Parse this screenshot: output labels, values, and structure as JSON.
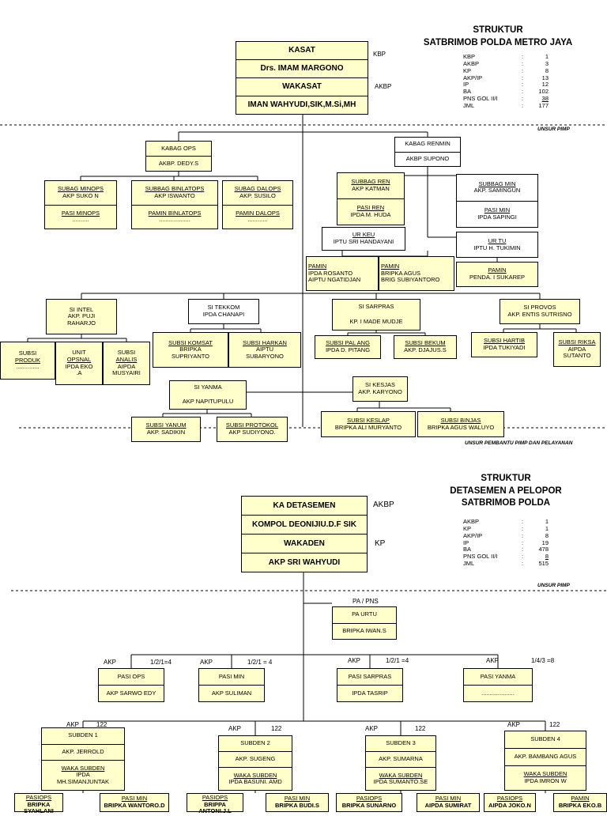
{
  "chart1": {
    "title_l1": "STRUKTUR",
    "title_l2": "SATBRIMOB POLDA METRO JAYA",
    "stats": [
      {
        "k": "KBP",
        "v": "1"
      },
      {
        "k": "AKBP",
        "v": "3"
      },
      {
        "k": "KP",
        "v": "8"
      },
      {
        "k": "AKP/IP",
        "v": "13"
      },
      {
        "k": "IP",
        "v": "12"
      },
      {
        "k": "BA",
        "v": "102"
      },
      {
        "k": "PNS GOL II/I",
        "v": "38"
      },
      {
        "k": "JML",
        "v": "177"
      }
    ],
    "unsur_pimp": "UNSUR PIMP",
    "unsur_pembantu": "UNSUR PEMBANTU PIMP DAN PELAYANAN",
    "rank_kbp": "KBP",
    "rank_akbp": "AKBP",
    "kasat": "KASAT",
    "kasat_name": "Drs. IMAM MARGONO",
    "wakasat": "WAKASAT",
    "wakasat_name": "IMAN WAHYUDI,SIK,M.Si,MH",
    "kabag_ops": "KABAG OPS",
    "kabag_ops_name": "AKBP. DEDY.S",
    "kabag_renmin": "KABAG RENMIN",
    "kabag_renmin_name": "AKBP SUPONO",
    "subbag_minops": "SUBAG MINOPS",
    "subbag_minops_name": "AKP SUKO N",
    "pasi_minops": "PASI MINOPS",
    "pasi_minops_name": "..........",
    "subbag_binlatops": "SUBBAG BINLATOPS",
    "subbag_binlatops_name": "AKP ISWANTO",
    "pamin_binlatops": "PAMIN BINLATOPS",
    "pamin_binlatops_name": "...................",
    "subbag_dalops": "SUBAG DALOPS",
    "subbag_dalops_name": "AKP. SUSILO",
    "pamin_dalops": "PAMIN DALOPS",
    "pamin_dalops_name": "............",
    "subbag_ren": "SUBBAG REN",
    "subbag_ren_name": "AKP KATMAN",
    "pasi_ren": "PASI REN",
    "pasi_ren_name": "IPDA M. HUDA",
    "subbag_min": "SUBBAG MIN",
    "subbag_min_name": "AKP. SAMINGUN",
    "pasi_min": "PASI MIN",
    "pasi_min_name": "IPDA SAPINGI",
    "urkeu": "UR KEU",
    "urkeu_name": "IPTU SRI HANDAYANI",
    "urtu": "UR TU",
    "urtu_name": "IPTU H. TUKIMIN",
    "pamin1": "PAMIN",
    "pamin1_l1": "IPDA ROSANTO",
    "pamin1_l2": "AIPTU NGATIDJAN",
    "pamin2": "PAMIN",
    "pamin2_l1": "BRIPKA AGUS",
    "pamin2_l2": "BRIG SUBIYANTORO",
    "pamin3": "PAMIN",
    "pamin3_name": "PENDA. I SUKAREP",
    "siintel": "SI INTEL",
    "siintel_l1": "AKP. PUJI",
    "siintel_l2": "RAHARJO",
    "sitekkom": "SI TEKKOM",
    "sitekkom_name": "IPDA CHANAPI",
    "sisarpras": "SI SARPRAS",
    "sisarpras_name": "KP. I MADE MUDJE",
    "siprovos": "SI PROVOS",
    "siprovos_name": "AKP. ENTIS SUTRISNO",
    "subsi_produk_l1": "SUBSI",
    "subsi_produk_l2": "PRODUK",
    "subsi_produk_l3": "..............",
    "unit_opsnal_l1": "UNIT",
    "unit_opsnal_l2": "OPSNAL",
    "unit_opsnal_l3": "IPDA EKO",
    "unit_opsnal_l4": ".A",
    "subsi_analis_l1": "SUBSI",
    "subsi_analis_l2": "ANALIS",
    "subsi_analis_l3": "AIPDA",
    "subsi_analis_l4": "MUSYAIRI",
    "subsi_komsat": "SUBSI KOMSAT",
    "subsi_komsat_l1": "BRIPKA",
    "subsi_komsat_l2": "SUPRIYANTO",
    "subsi_harkan": "SUBSI HARKAN",
    "subsi_harkan_l1": "AIPTU",
    "subsi_harkan_l2": "SUBARYONO",
    "subsi_palang": "SUBSI PAL ANG",
    "subsi_palang_name": "IPDA D. PITANG",
    "subsi_bekum": "SUBSI BEKUM",
    "subsi_bekum_name": "AKP. DJAJUS.S",
    "subsi_hartib": "SUBSI HARTIB",
    "subsi_hartib_name": "IPDA TUKIYADI",
    "subsi_riksa": "SUBSI RIKSA",
    "subsi_riksa_l1": "AIPDA",
    "subsi_riksa_l2": "SUTANTO",
    "siyanma": "SI YANMA",
    "siyanma_name": "AKP NAPITUPULU",
    "sikesjas": "SI KESJAS",
    "sikesjas_name": "AKP. KARYONO",
    "subsi_yanum": "SUBSI YANUM",
    "subsi_yanum_name": "AKP. SADIKIN",
    "subsi_protokol": "SUBSI PROTOKOL",
    "subsi_protokol_name": "AKP SUDIYONO.",
    "subsi_keslap": "SUBSI KESLAP",
    "subsi_keslap_name": "BRIPKA ALI MURYANTO",
    "subsi_binjas": "SUBSI BINJAS",
    "subsi_binjas_name": "BRIPKA AGUS WALUYO"
  },
  "chart2": {
    "title_l1": "STRUKTUR",
    "title_l2": "DETASEMEN A PELOPOR",
    "title_l3": "SATBRIMOB POLDA",
    "stats": [
      {
        "k": "AKBP",
        "v": "1"
      },
      {
        "k": "KP",
        "v": "1"
      },
      {
        "k": "AKP/IP",
        "v": "8"
      },
      {
        "k": "IP",
        "v": "19"
      },
      {
        "k": "BA",
        "v": "478"
      },
      {
        "k": "PNS GOL II/I",
        "v": "8"
      },
      {
        "k": "JML",
        "v": "515"
      }
    ],
    "unsur_pimp": "UNSUR PIMP",
    "rank_akbp": "AKBP",
    "rank_kp": "KP",
    "ka_den": "KA DETASEMEN",
    "ka_den_name": "KOMPOL DEONIJIU.D.F SIK",
    "wakaden": "WAKADEN",
    "wakaden_name": "AKP SRI WAHYUDI",
    "pa_pns": "PA / PNS",
    "pa_urtu": "PA URTU",
    "pa_urtu_name": "BRIPKA IWAN.S",
    "pasi_labels": [
      {
        "rank": "AKP",
        "ratio": "1/2/1=4",
        "title": "PASI OPS",
        "name": "AKP SARWO EDY"
      },
      {
        "rank": "AKP",
        "ratio": "1/2/1 = 4",
        "title": "PASI MIN",
        "name": "AKP SULIMAN"
      },
      {
        "rank": "AKP",
        "ratio": "1/2/1 =4",
        "title": "PASI SARPRAS",
        "name": "IPDA TASRIP"
      },
      {
        "rank": "AKP",
        "ratio": "1/4/3 =8",
        "title": "PASI YANMA",
        "name": "...................."
      }
    ],
    "subden": [
      {
        "rank": "AKP",
        "num": "122",
        "title": "SUBDEN 1",
        "name": "AKP. JERROLD",
        "waka": "WAKA SUBDEN",
        "waka_l1": "IPDA",
        "waka_l2": "MH.SIMANJUNTAK",
        "c1_t": "PASIOPS",
        "c1_n": "BRIPKA SYAHLANI",
        "c2_t": "PASI MIN",
        "c2_n": "BRIPKA WANTORO.D"
      },
      {
        "rank": "AKP",
        "num": "122",
        "title": "SUBDEN 2",
        "name": "AKP. SUGENG",
        "waka": "WAKA SUBDEN",
        "waka_l1": "IPDA BASUNI. AMD",
        "waka_l2": "",
        "c1_t": "PASIOPS",
        "c1_n": "BRIPPA ANTONI.J.L",
        "c2_t": "PASI MIN",
        "c2_n": "BRIPKA BUDI.S"
      },
      {
        "rank": "AKP",
        "num": "122",
        "title": "SUBDEN 3",
        "name": "AKP. SUMARNA",
        "waka": "WAKA SUBDEN",
        "waka_l1": "IPDA SUMANTO.SE",
        "waka_l2": "",
        "c1_t": "PASIOPS",
        "c1_n": "BRIPKA SUNARNO",
        "c2_t": "PASI MIN",
        "c2_n": "AIPDA SUMIRAT"
      },
      {
        "rank": "AKP",
        "num": "122",
        "title": "SUBDEN 4",
        "name": "AKP. BAMBANG AGUS",
        "waka": "WAKA SUBDEN",
        "waka_l1": "IPDA IMRON W",
        "waka_l2": "",
        "c1_t": "PASIOPS",
        "c1_n": "AIPDA JOKO.N",
        "c2_t": "PAMIN",
        "c2_n": "BRIPKA EKO.B"
      }
    ]
  }
}
